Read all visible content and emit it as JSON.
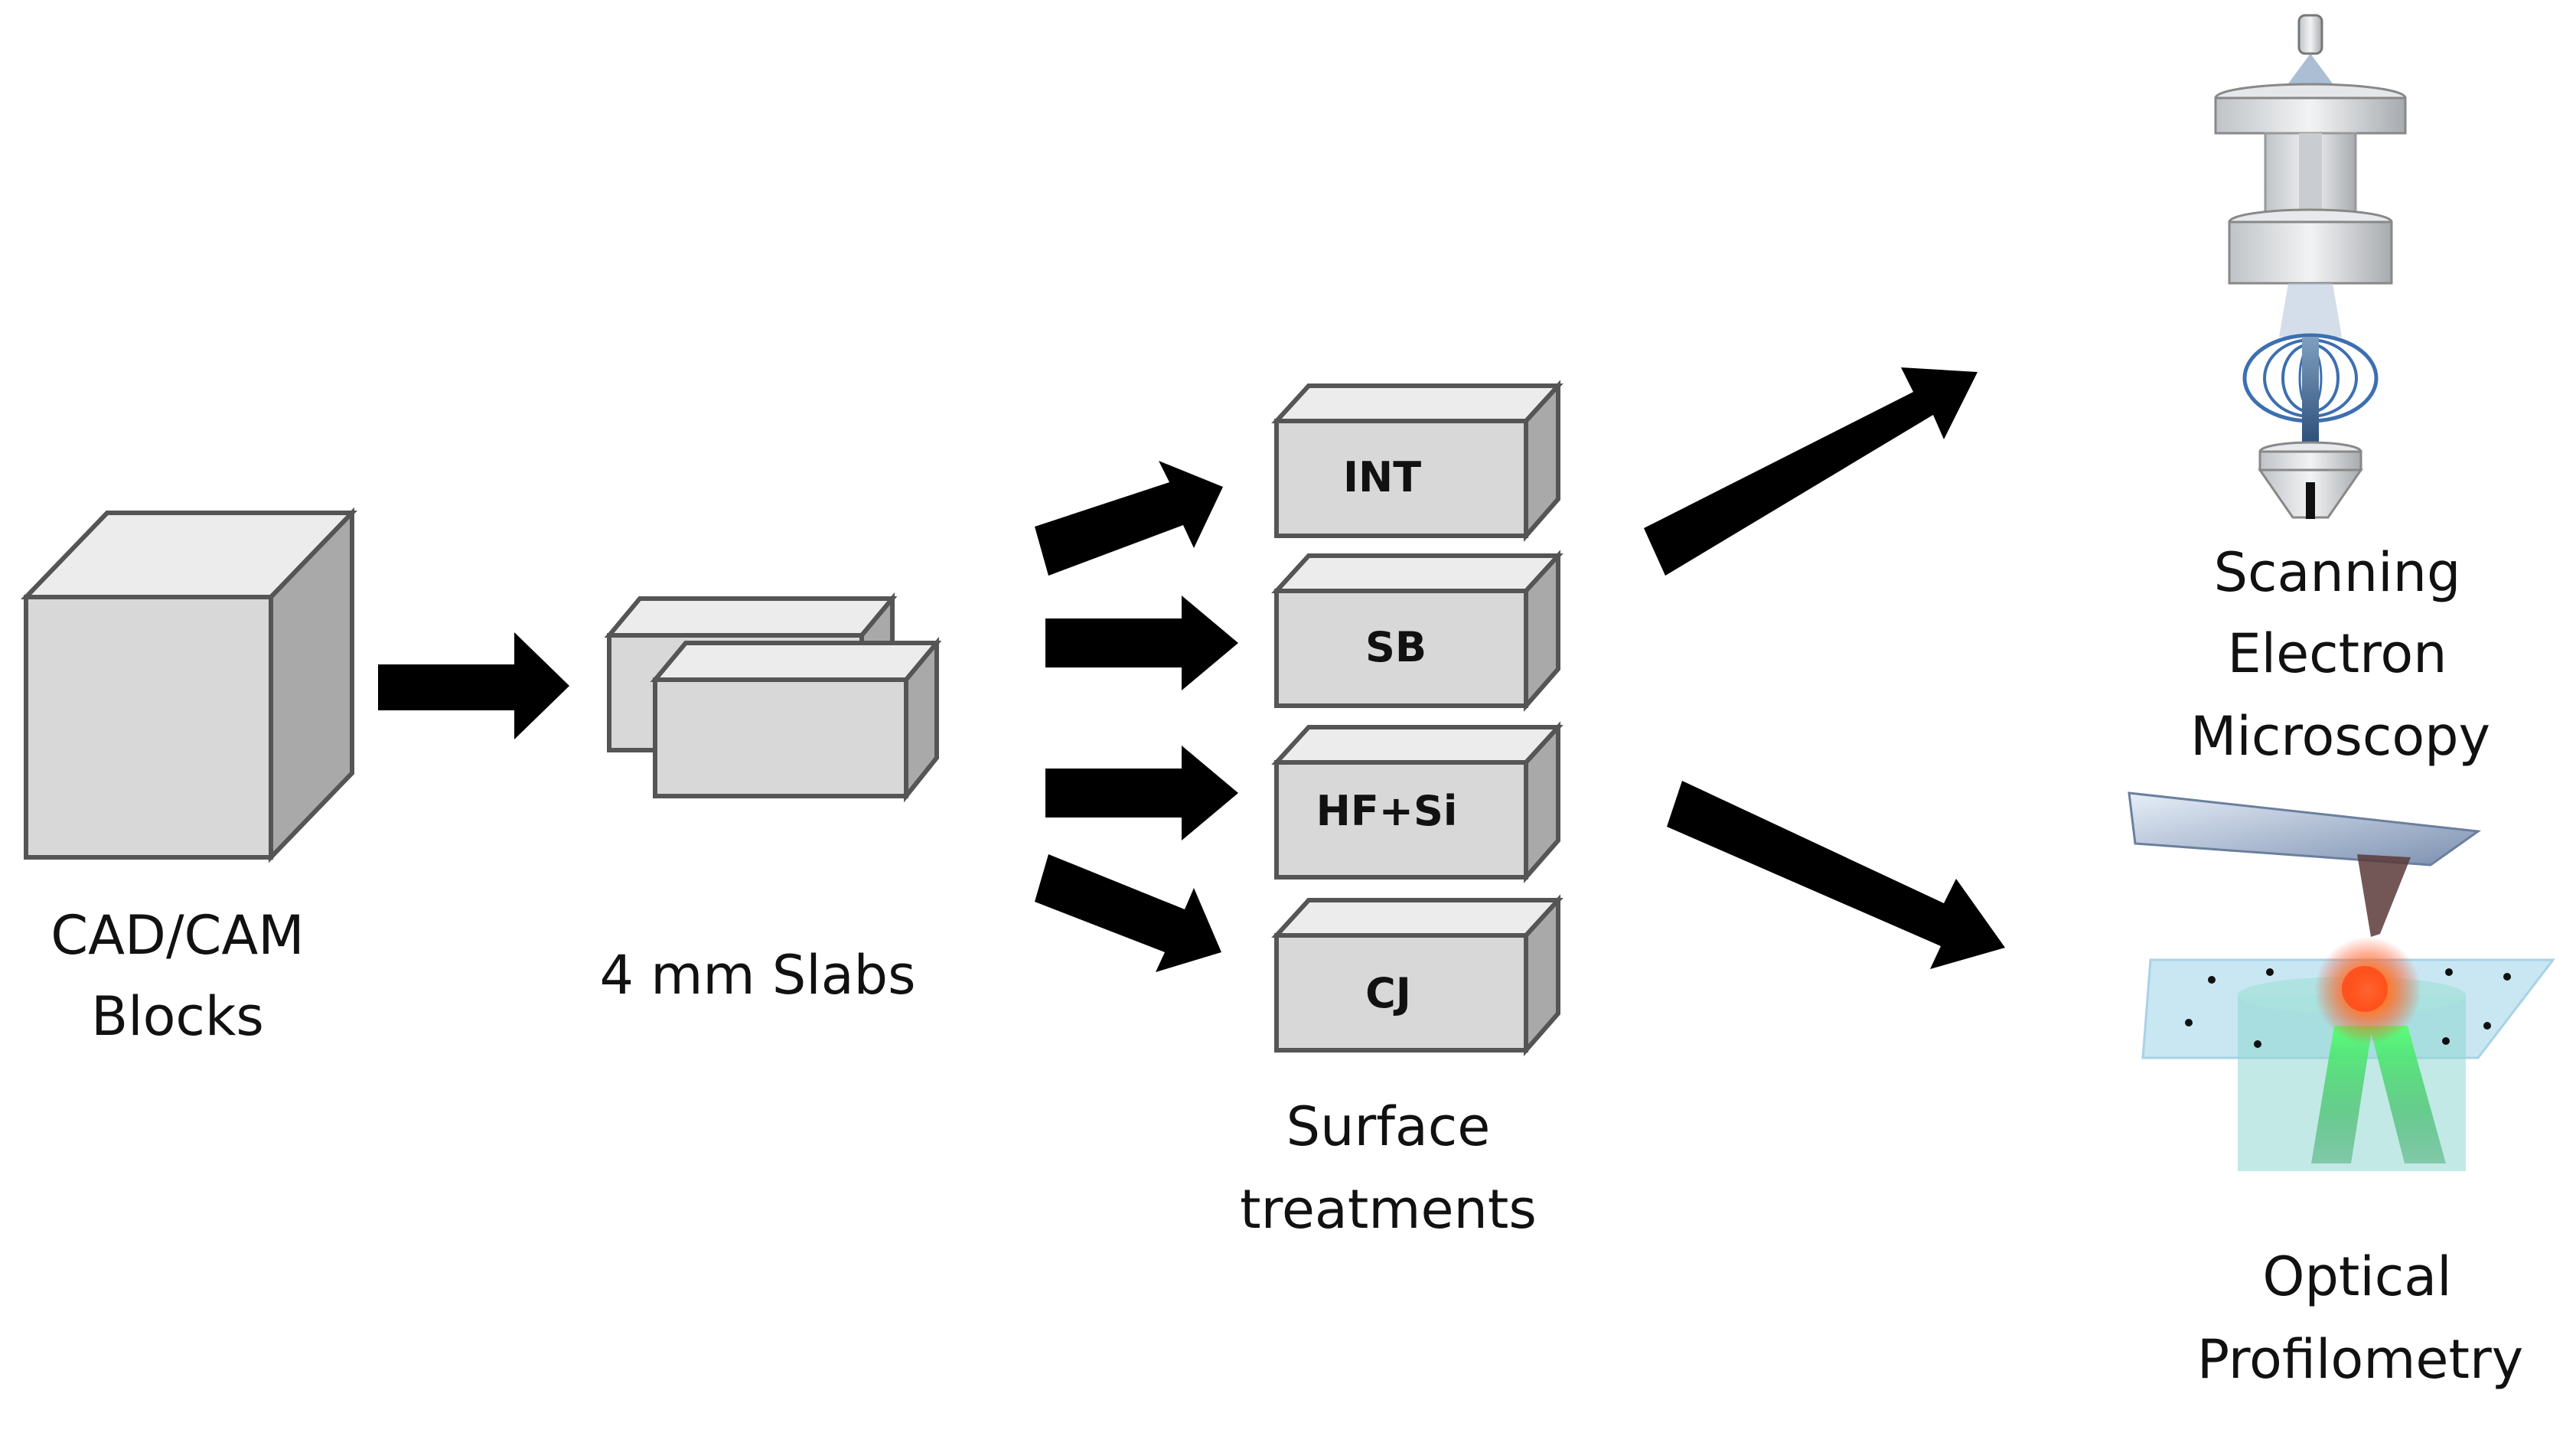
{
  "diagram": {
    "nodes": {
      "blocks": {
        "label_lines": [
          "CAD/CAM",
          "Blocks"
        ]
      },
      "slabs": {
        "label": "4 mm Slabs"
      },
      "treatments": {
        "caption_lines": [
          "Surface",
          "treatments"
        ],
        "items": [
          {
            "label": "INT"
          },
          {
            "label": "SB"
          },
          {
            "label": "HF+Si"
          },
          {
            "label": "CJ"
          }
        ]
      },
      "sem": {
        "label_lines": [
          "Scanning",
          "Electron",
          "Microscopy"
        ]
      },
      "profilometry": {
        "label_lines": [
          "Optical",
          "Profilometry"
        ]
      }
    },
    "edges": [
      {
        "from": "blocks",
        "to": "slabs"
      },
      {
        "from": "slabs",
        "to": "INT"
      },
      {
        "from": "slabs",
        "to": "SB"
      },
      {
        "from": "slabs",
        "to": "HF+Si"
      },
      {
        "from": "slabs",
        "to": "CJ"
      },
      {
        "from": "treatments",
        "to": "sem"
      },
      {
        "from": "treatments",
        "to": "profilometry"
      }
    ]
  },
  "colors": {
    "box_front": "#d8d8d8",
    "box_top": "#ececec",
    "box_side": "#a9a9a9",
    "outline": "#555555",
    "arrow": "#000000"
  }
}
